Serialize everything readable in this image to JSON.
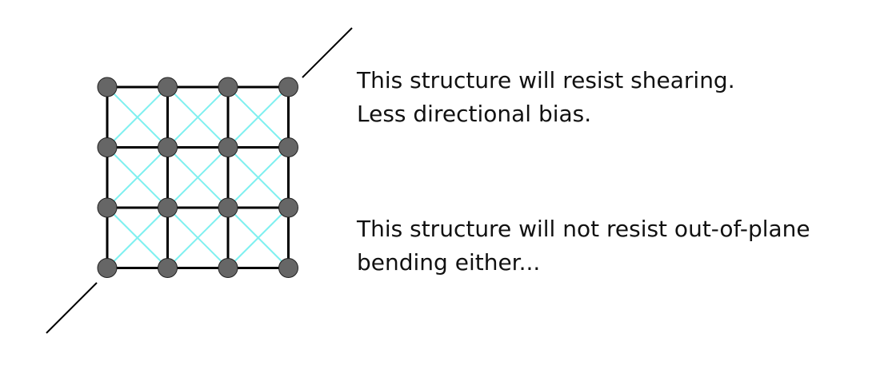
{
  "colors": {
    "background": "#ffffff",
    "structure_edge": "#000000",
    "shear_brace": "#7ff0f0",
    "node_fill": "#666666",
    "node_stroke": "#222222",
    "text": "#111111"
  },
  "diagram": {
    "grid": {
      "node_rows": 4,
      "node_columns": 4,
      "diagonal_bracing": true
    }
  },
  "captions": {
    "top": {
      "line1": "This structure will resist shearing.",
      "line2": "Less directional bias."
    },
    "bottom": {
      "line1": "This structure will not resist out-of-plane",
      "line2": "bending either..."
    }
  }
}
